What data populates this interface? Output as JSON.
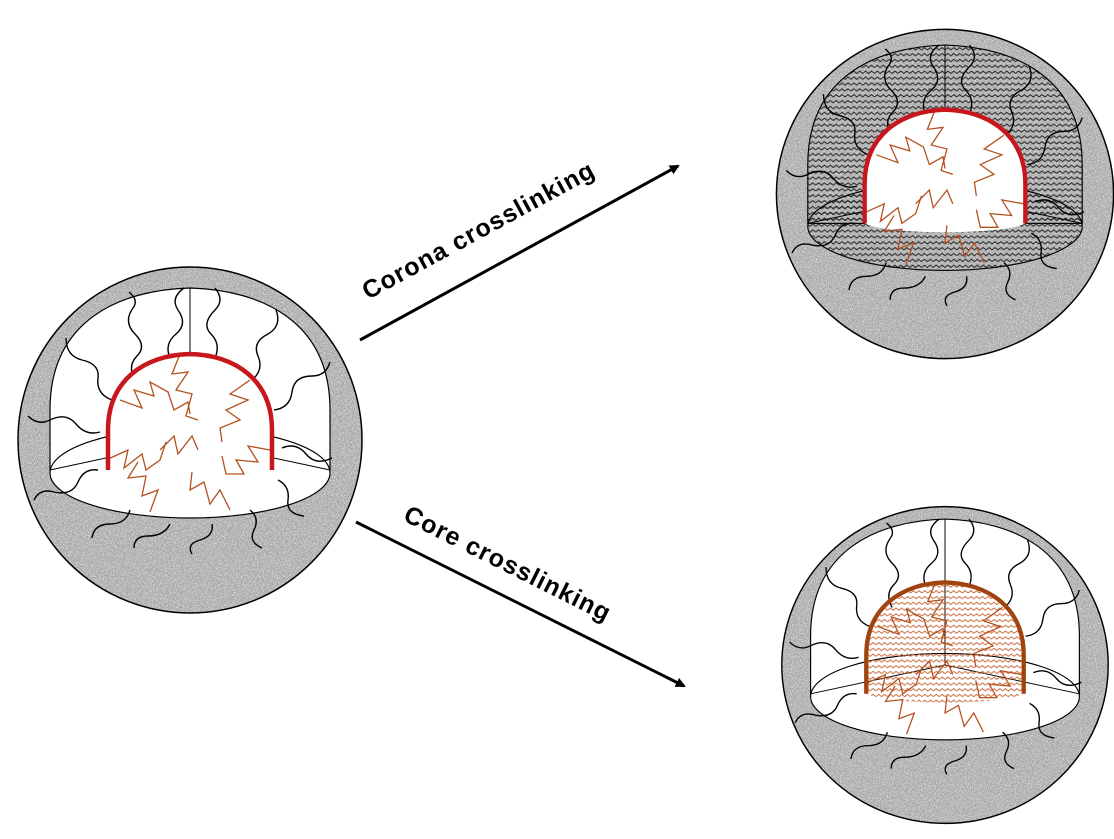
{
  "labels": {
    "corona": "Corona crosslinking",
    "core": "Core crosslinking"
  },
  "micelles": [
    {
      "id": "initial",
      "core_fill": "none",
      "corona_fill": "none"
    },
    {
      "id": "corona-crosslinked",
      "core_fill": "none",
      "corona_fill": "hatched"
    },
    {
      "id": "core-crosslinked",
      "core_fill": "hatched",
      "corona_fill": "none"
    }
  ],
  "colors": {
    "shell_grey": "#9a9a9a",
    "core_boundary": "#c8161d",
    "core_boundary_crosslinked": "#a0430f",
    "core_chain": "#b4501e",
    "corona_chain": "#000000",
    "core_hatch": "#c8693a"
  }
}
